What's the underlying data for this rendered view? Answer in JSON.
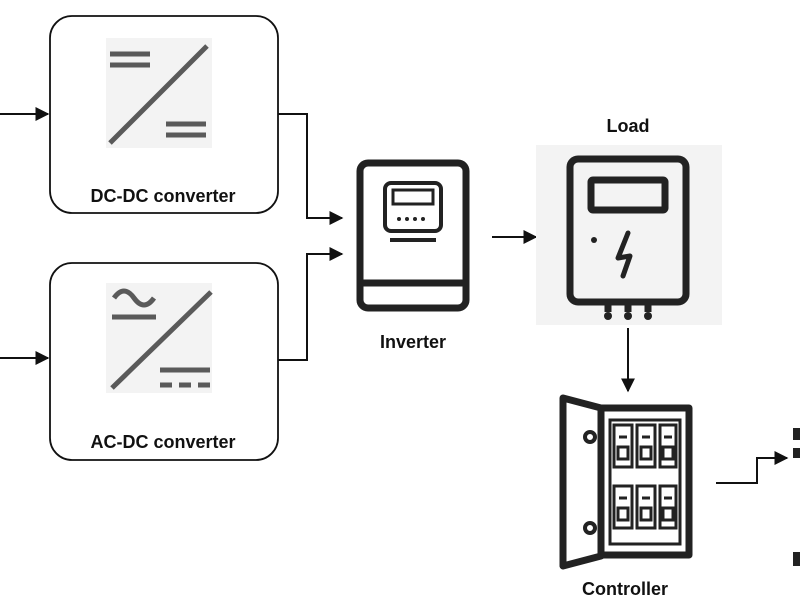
{
  "diagram": {
    "nodes": {
      "dc_dc": {
        "label": "DC-DC converter",
        "icon": "dc-dc-converter-icon"
      },
      "ac_dc": {
        "label": "AC-DC converter",
        "icon": "ac-dc-converter-icon"
      },
      "inverter": {
        "label": "Inverter",
        "icon": "inverter-icon"
      },
      "load": {
        "label": "Load",
        "icon": "electric-meter-icon"
      },
      "controller": {
        "label": "Controller",
        "icon": "electrical-panel-icon"
      }
    },
    "edges": [
      {
        "from": "input",
        "to": "dc_dc"
      },
      {
        "from": "input",
        "to": "ac_dc"
      },
      {
        "from": "dc_dc",
        "to": "inverter"
      },
      {
        "from": "ac_dc",
        "to": "inverter"
      },
      {
        "from": "inverter",
        "to": "load"
      },
      {
        "from": "load",
        "to": "controller"
      },
      {
        "from": "controller",
        "to": "output"
      }
    ],
    "colors": {
      "line": "#111111",
      "icon": "#222222",
      "icon_background": "#f3f3f3"
    }
  }
}
